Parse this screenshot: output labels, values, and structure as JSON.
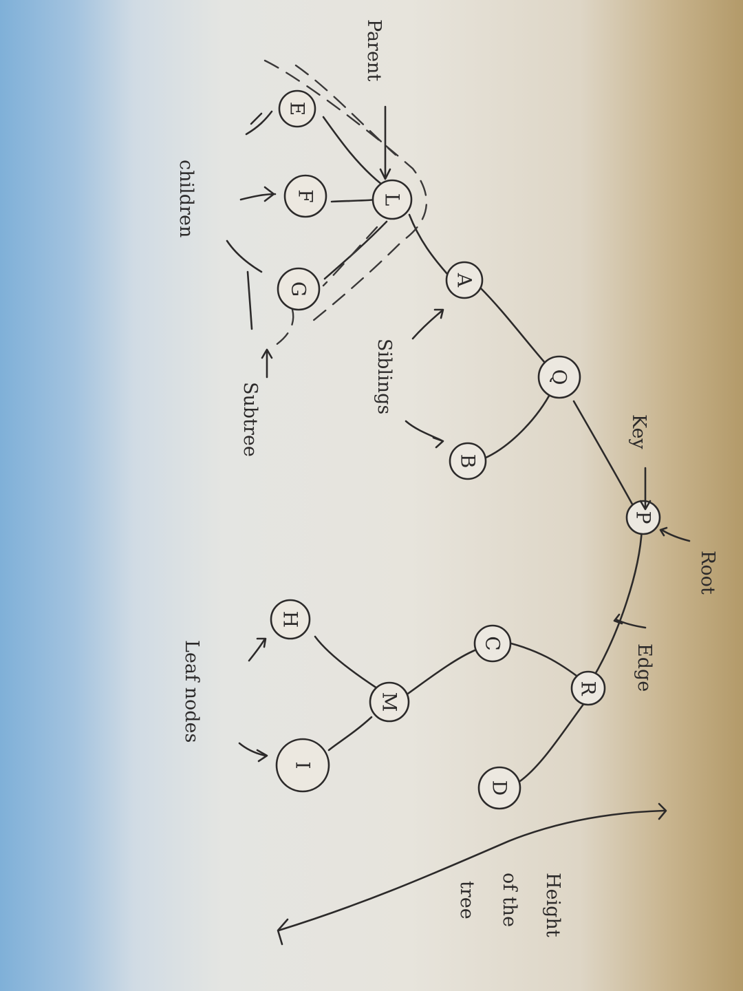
{
  "nodes": {
    "P": "P",
    "Q": "Q",
    "R": "R",
    "A": "A",
    "B": "B",
    "C": "C",
    "D": "D",
    "L": "L",
    "M": "M",
    "E": "E",
    "F": "F",
    "G": "G",
    "H": "H",
    "I": "I"
  },
  "annotations": {
    "root": "Root",
    "key": "Key",
    "edge": "Edge",
    "parent": "Parent",
    "children": "children",
    "siblings": "Siblings",
    "subtree": "Subtree",
    "leaf_nodes": "Leaf nodes",
    "height_line1": "Height",
    "height_line2": "of the",
    "height_line3": "tree"
  },
  "colors": {
    "ink": "#2c2a2a",
    "paper": "#e7e4dc"
  }
}
